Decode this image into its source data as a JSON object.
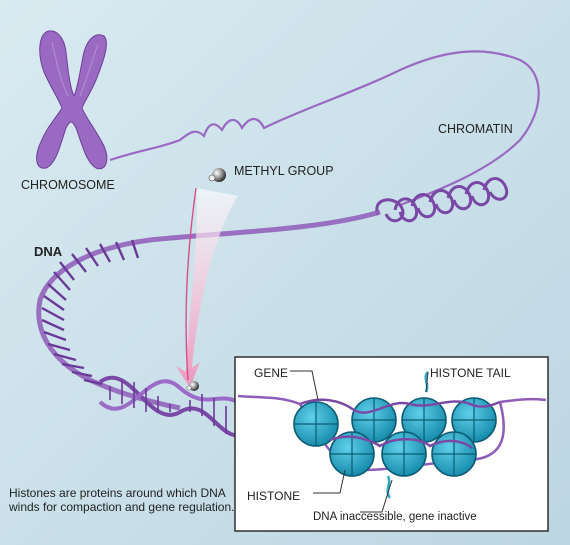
{
  "labels": {
    "chromosome": "CHROMOSOME",
    "chromatin": "CHROMATIN",
    "methyl_group": "METHYL GROUP",
    "dna": "DNA",
    "gene": "GENE",
    "histone_tail": "HISTONE TAIL",
    "histone": "HISTONE",
    "dna_inaccessible": "DNA inaccessible, gene inactive"
  },
  "caption": "Histones are proteins around which DNA winds for compaction and gene regulation.",
  "colors": {
    "background": "#cfe3ec",
    "strand": "#8f5cb8",
    "strand_dark": "#5b2e86",
    "histone": "#2aa9c9",
    "histone_dark": "#16708c",
    "arrow": "#f4a9c8",
    "inset_bg": "#ffffff",
    "inset_border": "#222222"
  }
}
